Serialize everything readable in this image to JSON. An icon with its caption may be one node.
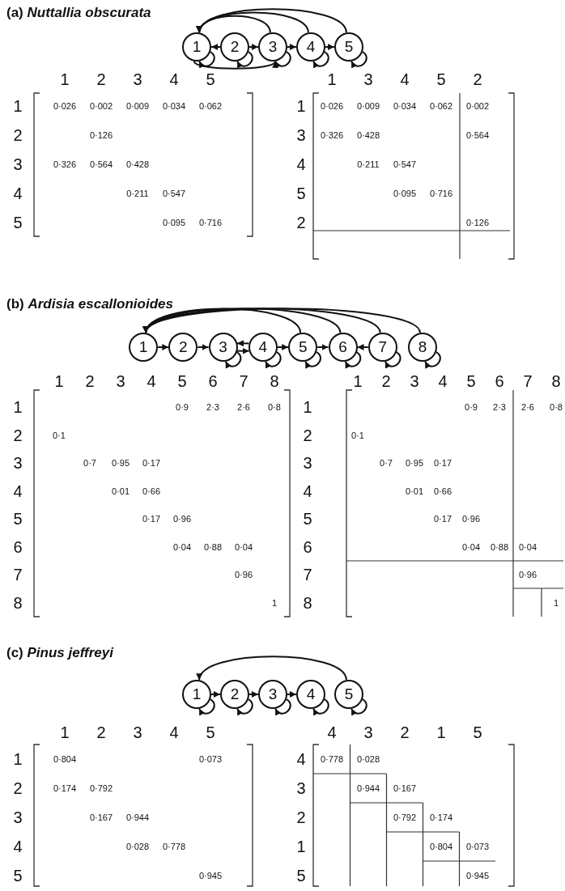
{
  "diagram": {
    "nodes": [
      {
        "text": [
          "1"
        ]
      },
      {
        "text": [
          "2"
        ]
      },
      {
        "text": [
          "3"
        ]
      },
      {
        "text": [
          "4"
        ]
      },
      {
        "text": [
          "5"
        ]
      },
      {
        "text": [
          "1"
        ]
      },
      {
        "text": [
          "2"
        ]
      },
      {
        "text": [
          "3"
        ]
      },
      {
        "text": [
          "4"
        ]
      },
      {
        "text": [
          "5"
        ]
      },
      {
        "text": [
          "6"
        ]
      },
      {
        "text": [
          "7"
        ]
      },
      {
        "text": [
          "8"
        ]
      },
      {
        "text": [
          "1"
        ]
      },
      {
        "text": [
          "2"
        ]
      },
      {
        "text": [
          "3"
        ]
      },
      {
        "text": [
          "4"
        ]
      },
      {
        "text": [
          "5"
        ]
      }
    ],
    "edges": [
      {
        "from": 0,
        "to": 0,
        "arrow": "to"
      },
      {
        "from": 1,
        "to": 0,
        "arrow": "to"
      },
      {
        "from": 2,
        "to": 0,
        "arrow": "to"
      },
      {
        "from": 3,
        "to": 0,
        "arrow": "to"
      },
      {
        "from": 4,
        "to": 0,
        "arrow": "to"
      },
      {
        "from": 1,
        "to": 1,
        "arrow": "to"
      },
      {
        "from": 0,
        "to": 2,
        "arrow": "to"
      },
      {
        "from": 1,
        "to": 2,
        "arrow": "to"
      },
      {
        "from": 2,
        "to": 2,
        "arrow": "to"
      },
      {
        "from": 2,
        "to": 3,
        "arrow": "to"
      },
      {
        "from": 3,
        "to": 3,
        "arrow": "to"
      },
      {
        "from": 3,
        "to": 4,
        "arrow": "to"
      },
      {
        "from": 4,
        "to": 4,
        "arrow": "to"
      },
      {
        "from": 9,
        "to": 5,
        "arrow": "to"
      },
      {
        "from": 10,
        "to": 5,
        "arrow": "to"
      },
      {
        "from": 11,
        "to": 5,
        "arrow": "to"
      },
      {
        "from": 12,
        "to": 5,
        "arrow": "to"
      },
      {
        "from": 5,
        "to": 6,
        "arrow": "to"
      },
      {
        "from": 6,
        "to": 7,
        "arrow": "to"
      },
      {
        "from": 7,
        "to": 7,
        "arrow": "to"
      },
      {
        "from": 8,
        "to": 7,
        "arrow": "to"
      },
      {
        "from": 7,
        "to": 8,
        "arrow": "to"
      },
      {
        "from": 8,
        "to": 8,
        "arrow": "to"
      },
      {
        "from": 8,
        "to": 9,
        "arrow": "to"
      },
      {
        "from": 9,
        "to": 9,
        "arrow": "to"
      },
      {
        "from": 9,
        "to": 10,
        "arrow": "to"
      },
      {
        "from": 10,
        "to": 10,
        "arrow": "to"
      },
      {
        "from": 11,
        "to": 10,
        "arrow": "to"
      },
      {
        "from": 11,
        "to": 11,
        "arrow": "to"
      },
      {
        "from": 12,
        "to": 12,
        "arrow": "to"
      },
      {
        "from": 13,
        "to": 13,
        "arrow": "to"
      },
      {
        "from": 17,
        "to": 13,
        "arrow": "to"
      },
      {
        "from": 13,
        "to": 14,
        "arrow": "to"
      },
      {
        "from": 14,
        "to": 14,
        "arrow": "to"
      },
      {
        "from": 14,
        "to": 15,
        "arrow": "to"
      },
      {
        "from": 15,
        "to": 15,
        "arrow": "to"
      },
      {
        "from": 15,
        "to": 16,
        "arrow": "to"
      },
      {
        "from": 16,
        "to": 16,
        "arrow": "to"
      },
      {
        "from": 17,
        "to": 17,
        "arrow": "to"
      }
    ],
    "labels": [
      "(a) *Nuttallia obscurata*",
      "1",
      "2",
      "3",
      "4",
      "5",
      "1",
      "0·026",
      "0·002",
      "0·009",
      "0·034",
      "0·062",
      "2",
      "0·126",
      "3",
      "0·326",
      "0·564",
      "0·428",
      "4",
      "0·211",
      "0·547",
      "5",
      "0·095",
      "0·716",
      "1",
      "3",
      "4",
      "5",
      "2",
      "1",
      "0·026",
      "0·009",
      "0·034",
      "0·062",
      "0·002",
      "3",
      "0·326",
      "0·428",
      "0·564",
      "4",
      "0·211",
      "0·547",
      "5",
      "0·095",
      "0·716",
      "2",
      "0·126",
      "(b) *Ardisia escallonioides*",
      "1",
      "2",
      "3",
      "4",
      "5",
      "6",
      "7",
      "8",
      "1",
      "0·9",
      "2·3",
      "2·6",
      "0·8",
      "2",
      "0·1",
      "3",
      "0·7",
      "0·95",
      "0·17",
      "4",
      "0·01",
      "0·66",
      "5",
      "0·17",
      "0·96",
      "6",
      "0·04",
      "0·88",
      "0·04",
      "7",
      "0·96",
      "8",
      "1",
      "1",
      "2",
      "3",
      "4",
      "5",
      "6",
      "7",
      "8",
      "1",
      "0·9",
      "2·3",
      "2·6",
      "0·8",
      "2",
      "0·1",
      "3",
      "0·7",
      "0·95",
      "0·17",
      "4",
      "0·01",
      "0·66",
      "5",
      "0·17",
      "0·96",
      "6",
      "0·04",
      "0·88",
      "0·04",
      "7",
      "0·96",
      "8",
      "1",
      "(c) *Pinus jeffreyi*",
      "1",
      "2",
      "3",
      "4",
      "5",
      "1",
      "0·804",
      "0·073",
      "2",
      "0·174",
      "0·792",
      "3",
      "0·167",
      "0·944",
      "4",
      "0·028",
      "0·778",
      "5",
      "0·945",
      "4",
      "3",
      "2",
      "1",
      "5",
      "4",
      "0·778",
      "0·028",
      "3",
      "0·944",
      "0·167",
      "2",
      "0·792",
      "0·174",
      "1",
      "0·804",
      "0·073",
      "5",
      "0·945"
    ]
  }
}
